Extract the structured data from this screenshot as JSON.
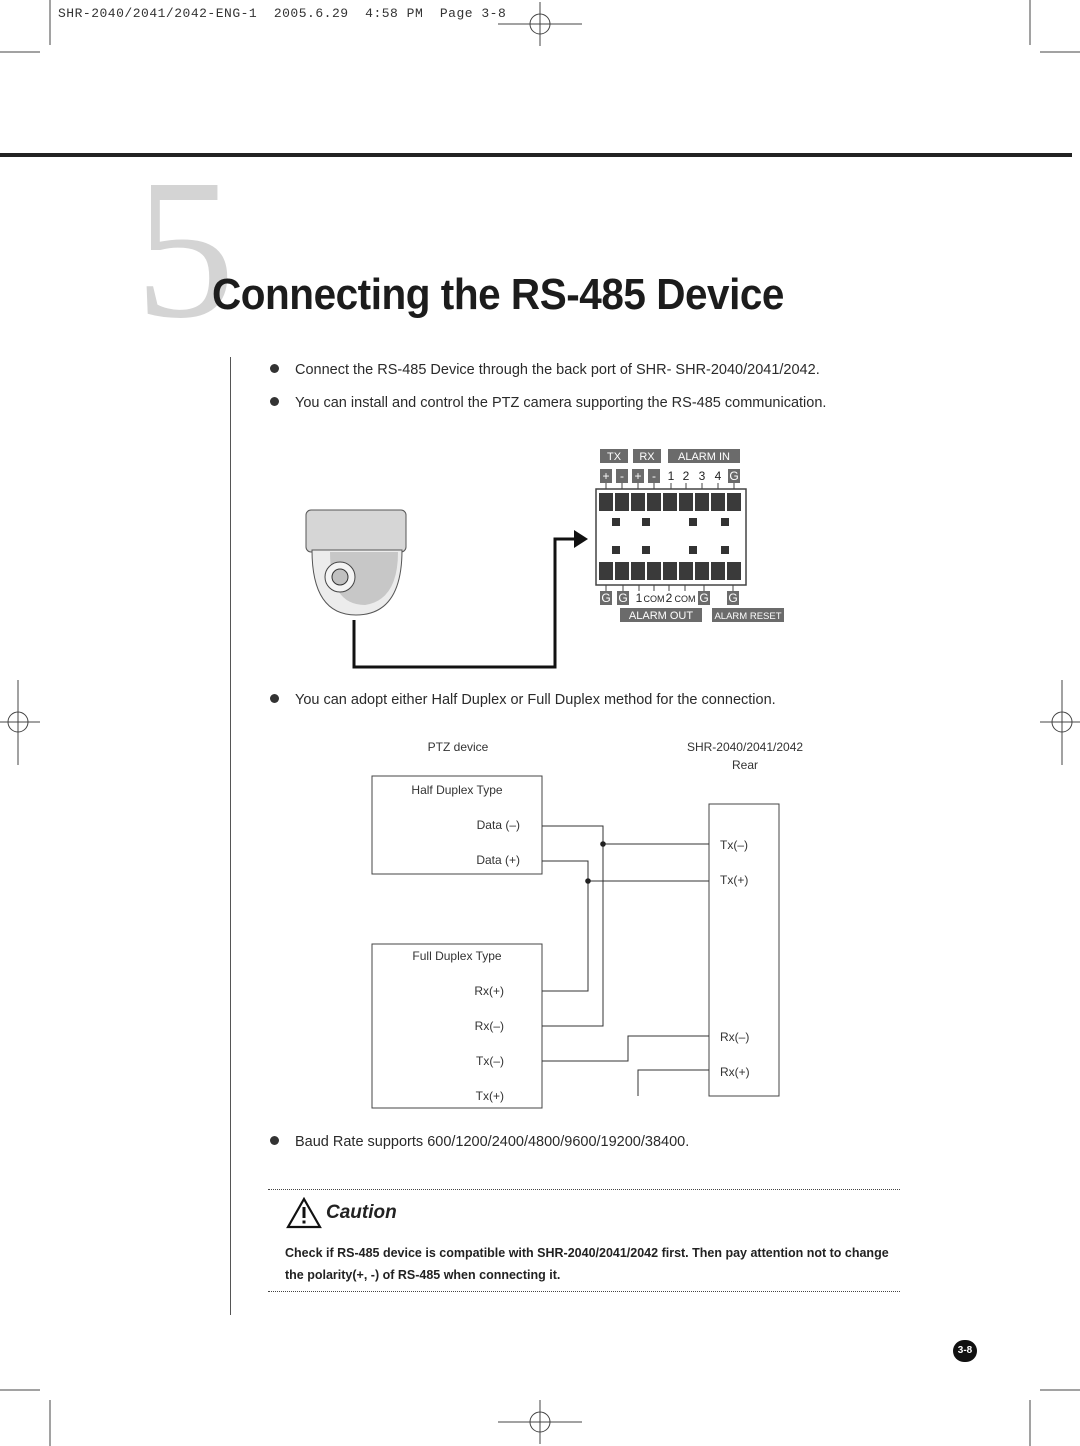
{
  "header": {
    "doc_line": "SHR-2040/2041/2042-ENG-1  2005.6.29  4:58 PM  Page 3-8"
  },
  "section": {
    "number": "5",
    "title": "Connecting the RS-485 Device"
  },
  "bullets": [
    "Connect the RS-485 Device through the back port of SHR- SHR-2040/2041/2042.",
    "You can install and control the PTZ camera supporting the RS-485 communication.",
    "You can adopt either Half Duplex or Full Duplex method for the connection.",
    "Baud Rate supports 600/1200/2400/4800/9600/19200/38400."
  ],
  "terminal": {
    "top_group_labels": [
      "TX",
      "RX",
      "ALARM IN"
    ],
    "top_pins": [
      "+",
      "-",
      "+",
      "-",
      "1",
      "2",
      "3",
      "4",
      "G"
    ],
    "bottom_pins": [
      "G",
      "G",
      "1",
      "COM",
      "2",
      "COM",
      "G",
      "G"
    ],
    "bottom_group_labels": [
      "ALARM OUT",
      "ALARM RESET"
    ]
  },
  "wiring": {
    "left_header": "PTZ device",
    "right_header_1": "SHR-2040/2041/2042",
    "right_header_2": "Rear",
    "half_duplex": {
      "title": "Half Duplex Type",
      "pins": [
        "Data (–)",
        "Data (+)"
      ]
    },
    "full_duplex": {
      "title": "Full Duplex Type",
      "pins": [
        "Rx(+)",
        "Rx(–)",
        "Tx(–)",
        "Tx(+)"
      ]
    },
    "rear_pins": [
      "Tx(–)",
      "Tx(+)",
      "Rx(–)",
      "Rx(+)"
    ]
  },
  "caution": {
    "label": "Caution",
    "text": "Check if RS-485 device is compatible with SHR-2040/2041/2042 first. Then pay attention not to change the polarity(+, -) of RS-485 when connecting it."
  },
  "page_number": "3-8"
}
